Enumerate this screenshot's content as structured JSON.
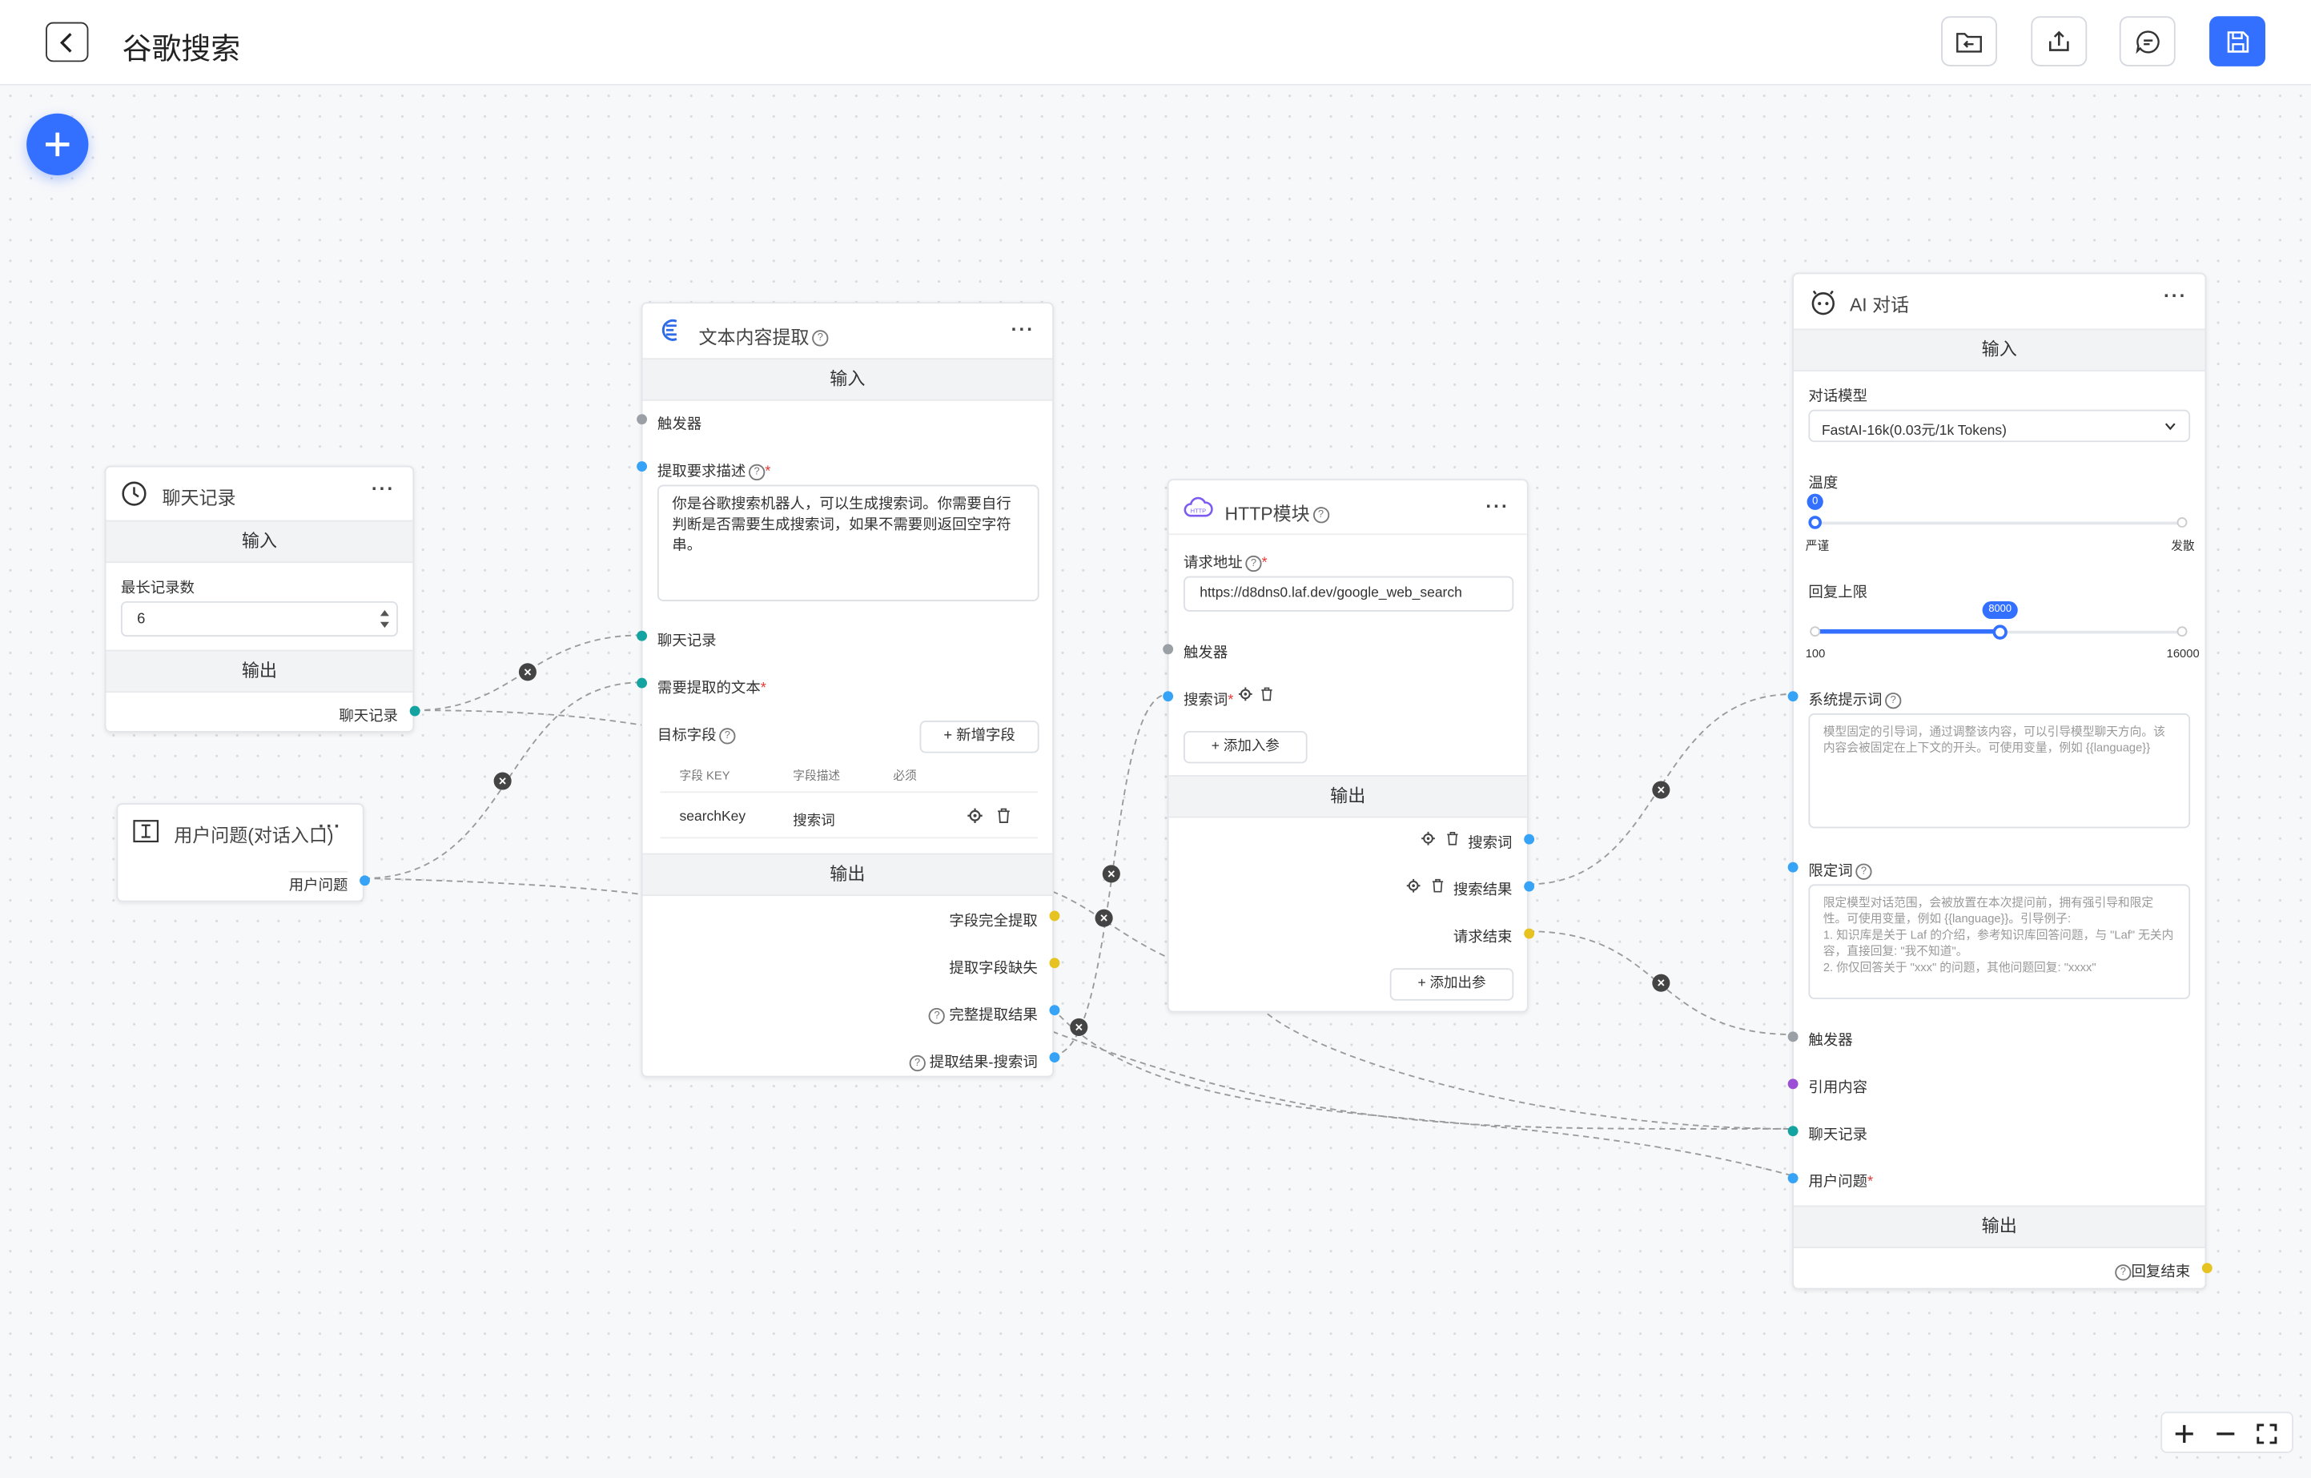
{
  "header": {
    "title": "谷歌搜索"
  },
  "chat_history_node": {
    "title": "聊天记录",
    "input_section": "输入",
    "max_records_label": "最长记录数",
    "max_records_value": "6",
    "output_section": "输出",
    "output_label": "聊天记录"
  },
  "user_question_node": {
    "title": "用户问题(对话入口)",
    "output_label": "用户问题"
  },
  "extract_node": {
    "title": "文本内容提取",
    "input_section": "输入",
    "trigger_label": "触发器",
    "description_label": "提取要求描述",
    "description_value": "你是谷歌搜索机器人，可以生成搜索词。你需要自行判断是否需要生成搜索词，如果不需要则返回空字符串。",
    "history_label": "聊天记录",
    "text_label": "需要提取的文本",
    "target_fields_label": "目标字段",
    "add_field_button": "新增字段",
    "table_headers": [
      "字段 KEY",
      "字段描述",
      "必须"
    ],
    "row": {
      "key": "searchKey",
      "desc": "搜索词"
    },
    "output_section": "输出",
    "outputs": [
      "字段完全提取",
      "提取字段缺失",
      "完整提取结果",
      "提取结果-搜索词"
    ]
  },
  "http_node": {
    "title": "HTTP模块",
    "url_label": "请求地址",
    "url_value": "https://d8dns0.laf.dev/google_web_search",
    "trigger_label": "触发器",
    "param_label": "搜索词",
    "add_input_button": "添加入参",
    "output_section": "输出",
    "outputs": [
      "搜索词",
      "搜索结果",
      "请求结束"
    ],
    "add_output_button": "添加出参"
  },
  "ai_node": {
    "title": "AI 对话",
    "input_section": "输入",
    "model_label": "对话模型",
    "model_value": "FastAI-16k(0.03元/1k Tokens)",
    "temperature_label": "温度",
    "temperature_value": "0",
    "temperature_level": 0,
    "temperature_left": "严谨",
    "temperature_right": "发散",
    "max_tokens_label": "回复上限",
    "max_tokens_value": "8000",
    "max_tokens_level": 0.5,
    "max_tokens_min": "100",
    "max_tokens_max": "16000",
    "system_prompt_label": "系统提示词",
    "system_prompt_placeholder": "模型固定的引导词，通过调整该内容，可以引导模型聊天方向。该内容会被固定在上下文的开头。可使用变量，例如 {{language}}",
    "limit_label": "限定词",
    "limit_placeholder_lines": [
      "限定模型对话范围，会被放置在本次提问前，拥有强引导和限定性。可使用变量，例如 {{language}}。引导例子:",
      "1. 知识库是关于 Laf 的介绍，参考知识库回答问题，与 \"Laf\" 无关内容，直接回复: \"我不知道\"。",
      "2. 你仅回答关于 \"xxx\" 的问题，其他问题回复: \"xxxx\""
    ],
    "trigger_label": "触发器",
    "quote_label": "引用内容",
    "history_label": "聊天记录",
    "question_label": "用户问题",
    "output_section": "输出",
    "finish_label": "回复结束"
  },
  "colors": {
    "primary": "#3370ff",
    "handle_blue": "#36a3f7",
    "handle_teal": "#13a3a0",
    "handle_yellow": "#e6c320",
    "handle_gray": "#9aa0a6",
    "handle_purple": "#9b4fd6"
  }
}
